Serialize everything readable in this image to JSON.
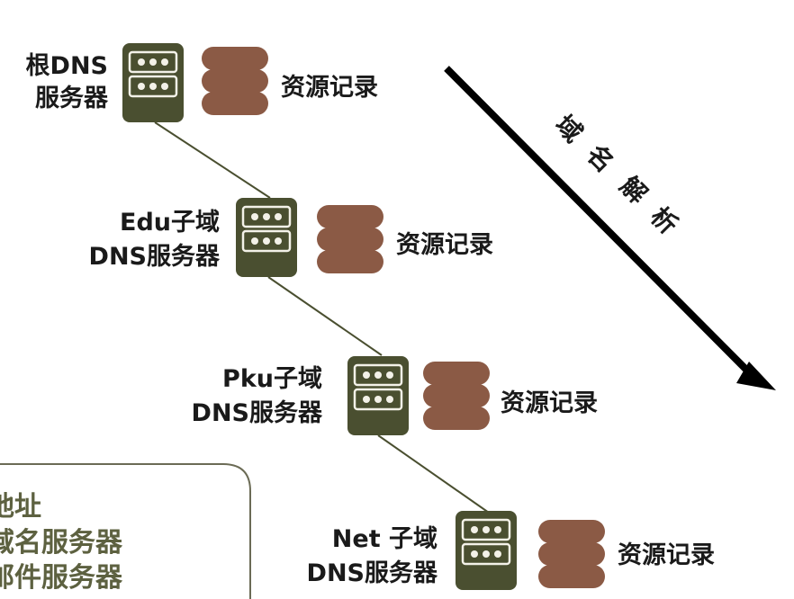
{
  "levels": [
    {
      "name_lines": [
        "根DNS",
        "服务器"
      ],
      "record_label": "资源记录"
    },
    {
      "name_lines": [
        "Edu子域",
        "DNS服务器"
      ],
      "record_label": "资源记录"
    },
    {
      "name_lines": [
        "Pku子域",
        "DNS服务器"
      ],
      "record_label": "资源记录"
    },
    {
      "name_lines": [
        "Net 子域",
        "DNS服务器"
      ],
      "record_label": "资源记录"
    }
  ],
  "arrow_label_chars": [
    "域",
    "名",
    "解",
    "析"
  ],
  "legend_lines": [
    "地址",
    "域名服务器",
    "邮件服务器"
  ],
  "colors": {
    "server": "#4a4f30",
    "server_light": "#f3f1e8",
    "record": "#8b5a45",
    "connector": "#4a4f30",
    "arrow": "#000000",
    "legend_border": "#6b6b55",
    "legend_text": "#5d6140"
  }
}
